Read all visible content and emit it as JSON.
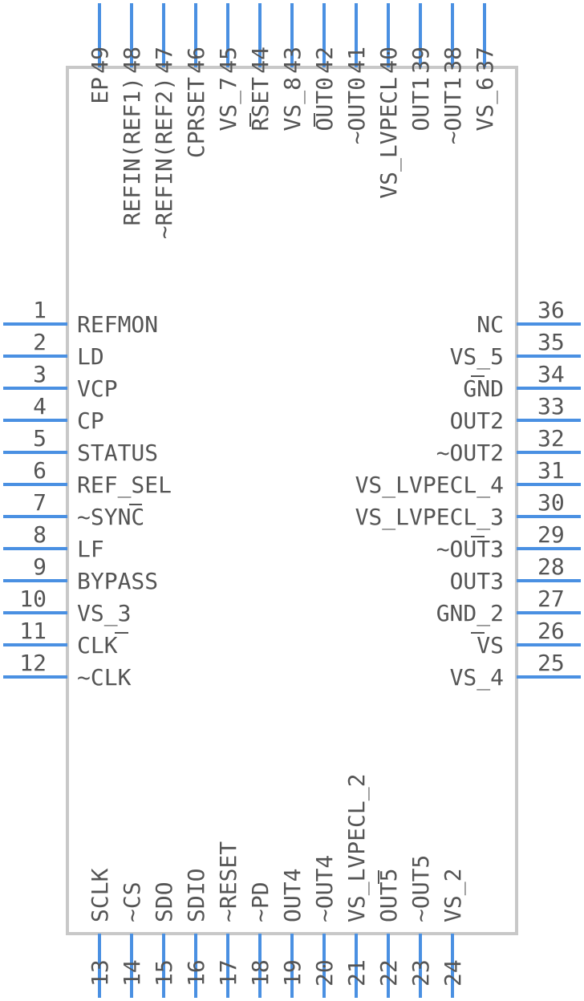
{
  "component": {
    "body_color": "#c8c8c8",
    "pin_color": "#4a90e2",
    "text_color": "#555555"
  },
  "left_pins": [
    {
      "number": "1",
      "name": "REFMON"
    },
    {
      "number": "2",
      "name": "LD"
    },
    {
      "number": "3",
      "name": "VCP"
    },
    {
      "number": "4",
      "name": "CP"
    },
    {
      "number": "5",
      "name": "STATUS"
    },
    {
      "number": "6",
      "name": "REF_SEL"
    },
    {
      "number": "7",
      "name": "~SYNC"
    },
    {
      "number": "8",
      "name": "LF"
    },
    {
      "number": "9",
      "name": "BYPASS"
    },
    {
      "number": "10",
      "name": "VS_3"
    },
    {
      "number": "11",
      "name": "CLK"
    },
    {
      "number": "12",
      "name": "~CLK"
    }
  ],
  "right_pins": [
    {
      "number": "36",
      "name": "NC"
    },
    {
      "number": "35",
      "name": "VS_5"
    },
    {
      "number": "34",
      "name": "GND"
    },
    {
      "number": "33",
      "name": "OUT2"
    },
    {
      "number": "32",
      "name": "~OUT2"
    },
    {
      "number": "31",
      "name": "VS_LVPECL_4"
    },
    {
      "number": "30",
      "name": "VS_LVPECL_3"
    },
    {
      "number": "29",
      "name": "~OUT3"
    },
    {
      "number": "28",
      "name": "OUT3"
    },
    {
      "number": "27",
      "name": "GND_2"
    },
    {
      "number": "26",
      "name": "VS"
    },
    {
      "number": "25",
      "name": "VS_4"
    }
  ],
  "bottom_pins": [
    {
      "number": "13",
      "name": "SCLK"
    },
    {
      "number": "14",
      "name": "~CS"
    },
    {
      "number": "15",
      "name": "SDO"
    },
    {
      "number": "16",
      "name": "SDIO"
    },
    {
      "number": "17",
      "name": "~RESET"
    },
    {
      "number": "18",
      "name": "~PD"
    },
    {
      "number": "19",
      "name": "OUT4"
    },
    {
      "number": "20",
      "name": "~OUT4"
    },
    {
      "number": "21",
      "name": "VS_LVPECL_2"
    },
    {
      "number": "22",
      "name": "OUT5"
    },
    {
      "number": "23",
      "name": "~OUT5"
    },
    {
      "number": "24",
      "name": "VS_2"
    }
  ],
  "top_pins": [
    {
      "number": "49",
      "name": "EP"
    },
    {
      "number": "48",
      "name": "REFIN(REF1)"
    },
    {
      "number": "47",
      "name": "~REFIN(REF2)"
    },
    {
      "number": "46",
      "name": "CPRSET"
    },
    {
      "number": "45",
      "name": "VS_7"
    },
    {
      "number": "44",
      "name": "RSET"
    },
    {
      "number": "43",
      "name": "VS_8"
    },
    {
      "number": "42",
      "name": "OUT0"
    },
    {
      "number": "41",
      "name": "~OUT0"
    },
    {
      "number": "40",
      "name": "VS_LVPECL"
    },
    {
      "number": "39",
      "name": "OUT1"
    },
    {
      "number": "38",
      "name": "~OUT1"
    },
    {
      "number": "37",
      "name": "VS_6"
    }
  ]
}
